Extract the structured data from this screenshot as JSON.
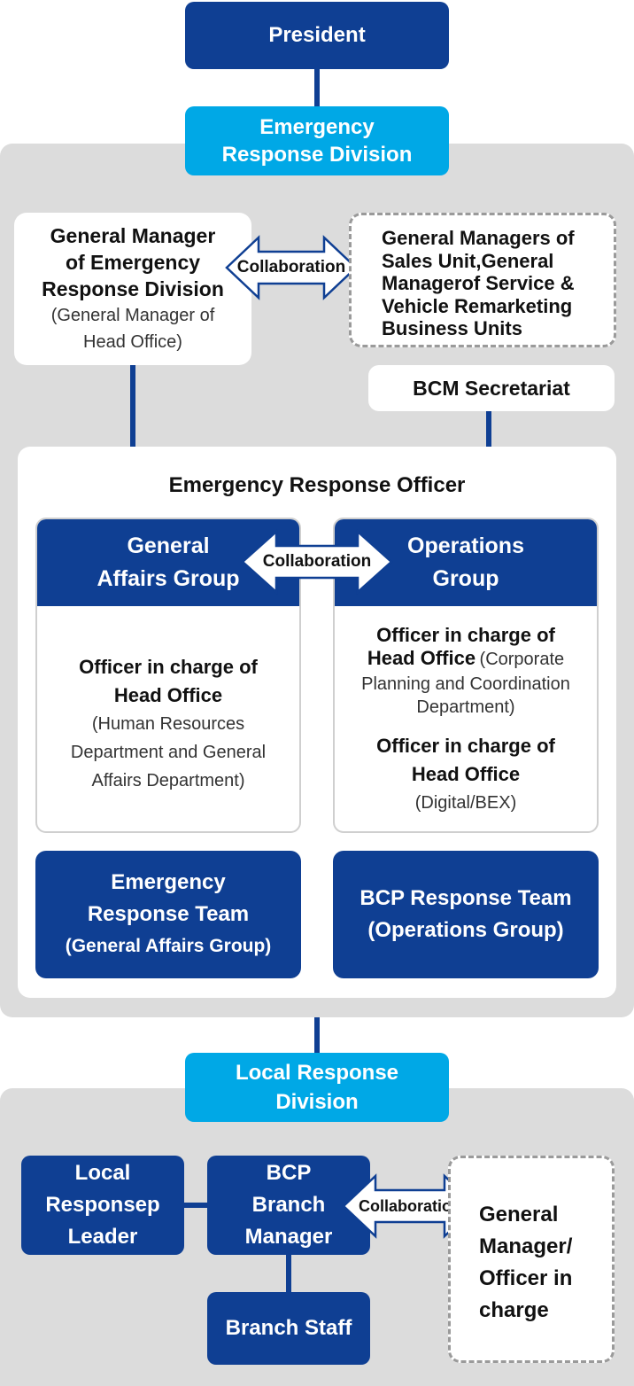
{
  "president": "President",
  "erd": {
    "title_l1": "Emergency",
    "title_l2": "Response Division"
  },
  "gm_erd": {
    "title_l1": "General Manager",
    "title_l2": "of Emergency",
    "title_l3": "Response Division",
    "sub_l1": "(General Manager of",
    "sub_l2": "Head Office)"
  },
  "collaboration": "Collaboration",
  "gm_sales": {
    "l1": "General Managers of",
    "l2": "Sales Unit,General",
    "l3": "Managerof Service &",
    "l4": "Vehicle Remarketing",
    "l5": "Business Units"
  },
  "bcm_secretariat": "BCM Secretariat",
  "officer_title": "Emergency Response Officer",
  "general_affairs_group": {
    "l1": "General",
    "l2": "Affairs Group"
  },
  "operations_group": {
    "l1": "Operations",
    "l2": "Group"
  },
  "ga_officer": {
    "title_l1": "Officer in charge of",
    "title_l2": "Head Office",
    "sub_l1": "(Human Resources",
    "sub_l2": "Department and General",
    "sub_l3": "Affairs Department)"
  },
  "ops_officer1": {
    "title_l1": "Officer in charge of",
    "title_l2": "Head Office",
    "sub_inline": "(Corporate",
    "sub_l2": "Planning and Coordination",
    "sub_l3": "Department)"
  },
  "ops_officer2": {
    "title_l1": "Officer in charge of",
    "title_l2": "Head Office",
    "sub": "(Digital/BEX)"
  },
  "ert": {
    "l1": "Emergency",
    "l2": "Response Team",
    "l3": "(General Affairs Group)"
  },
  "bcp_team": {
    "l1": "BCP Response Team",
    "l2": "(Operations Group)"
  },
  "lrd": {
    "l1": "Local Response",
    "l2": "Division"
  },
  "local_leader": {
    "l1": "Local",
    "l2": "Responsep",
    "l3": "Leader"
  },
  "bcp_branch": {
    "l1": "BCP",
    "l2": "Branch",
    "l3": "Manager"
  },
  "branch_staff": "Branch Staff",
  "gm_officer": {
    "l1": "General",
    "l2": "Manager/",
    "l3": "Officer in",
    "l4": "charge"
  },
  "colors": {
    "navy": "#0f3f93",
    "cyan": "#00a8e6",
    "panel": "#dcdcdc",
    "dashed": "#9a9a9a"
  }
}
